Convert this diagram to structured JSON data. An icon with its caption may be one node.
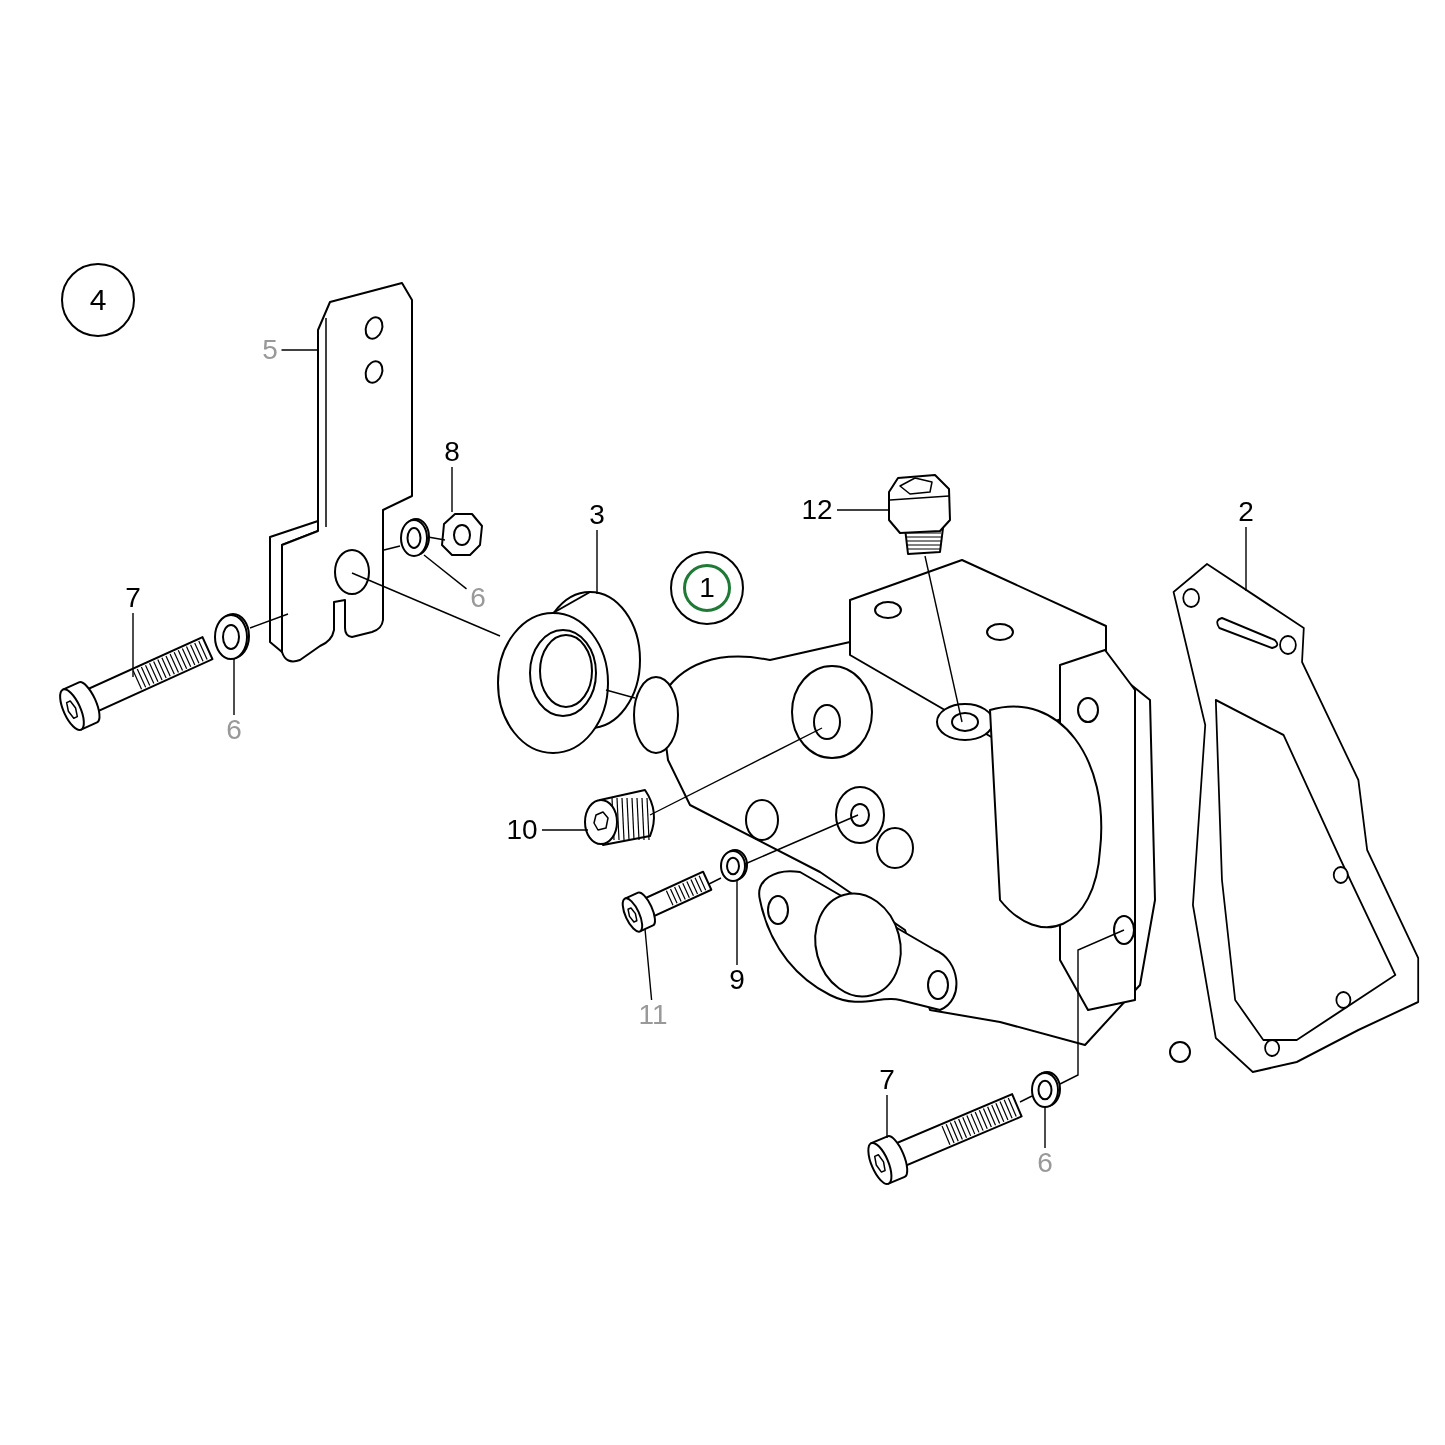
{
  "diagram": {
    "nodes": [
      {
        "text": [
          "4"
        ]
      },
      {
        "text": [
          "5"
        ]
      },
      {
        "text": [],
        "shape": "picture"
      },
      {
        "text": [
          "8"
        ]
      },
      {
        "text": [],
        "shape": "picture"
      },
      {
        "text": [
          "3"
        ]
      },
      {
        "text": [],
        "shape": "picture"
      },
      {
        "text": [
          "12"
        ]
      },
      {
        "text": [],
        "shape": "picture"
      },
      {
        "text": [
          "2"
        ]
      },
      {
        "text": [],
        "shape": "picture"
      },
      {
        "text": [
          "1"
        ]
      },
      {
        "text": [
          "6"
        ]
      },
      {
        "text": [],
        "shape": "picture"
      },
      {
        "text": [
          "7"
        ]
      },
      {
        "text": [],
        "shape": "picture"
      },
      {
        "text": [],
        "shape": "picture"
      },
      {
        "text": [
          "6"
        ]
      },
      {
        "text": [],
        "shape": "picture"
      },
      {
        "text": [
          "10"
        ]
      },
      {
        "text": [],
        "shape": "picture"
      },
      {
        "text": [
          "11"
        ]
      },
      {
        "text": [],
        "shape": "picture"
      },
      {
        "text": [],
        "shape": "picture"
      },
      {
        "text": [
          "9"
        ]
      },
      {
        "text": [
          "7"
        ]
      },
      {
        "text": [],
        "shape": "picture"
      },
      {
        "text": [],
        "shape": "picture"
      },
      {
        "text": [
          "6"
        ]
      }
    ],
    "edges": [
      {
        "from": 1,
        "to": 2,
        "arrow": "none"
      },
      {
        "from": 3,
        "to": 4,
        "arrow": "none"
      },
      {
        "from": 5,
        "to": 6,
        "arrow": "none"
      },
      {
        "from": 7,
        "to": 8,
        "arrow": "none"
      },
      {
        "from": 9,
        "to": 10,
        "arrow": "none"
      },
      {
        "from": 12,
        "to": 13,
        "arrow": "none"
      },
      {
        "from": 14,
        "to": 15,
        "arrow": "none"
      },
      {
        "from": 17,
        "to": 16,
        "arrow": "none"
      },
      {
        "from": 19,
        "to": 20,
        "arrow": "none"
      },
      {
        "from": 21,
        "to": 22,
        "arrow": "none"
      },
      {
        "from": 24,
        "to": 23,
        "arrow": "none"
      },
      {
        "from": 25,
        "to": 26,
        "arrow": "none"
      },
      {
        "from": 28,
        "to": 27,
        "arrow": "none"
      },
      {
        "from": 16,
        "to": 2,
        "arrow": "none"
      },
      {
        "from": 4,
        "to": 13,
        "arrow": "none"
      },
      {
        "from": 13,
        "to": 2,
        "arrow": "none"
      },
      {
        "from": 2,
        "to": 6,
        "arrow": "none"
      },
      {
        "from": 6,
        "to": 18,
        "arrow": "none"
      },
      {
        "from": 20,
        "to": 18,
        "arrow": "none"
      },
      {
        "from": 22,
        "to": 23,
        "arrow": "none"
      },
      {
        "from": 23,
        "to": 18,
        "arrow": "none"
      },
      {
        "from": 26,
        "to": 27,
        "arrow": "none"
      },
      {
        "from": 27,
        "to": 18,
        "arrow": "none"
      },
      {
        "from": 8,
        "to": 18,
        "arrow": "none"
      }
    ]
  }
}
